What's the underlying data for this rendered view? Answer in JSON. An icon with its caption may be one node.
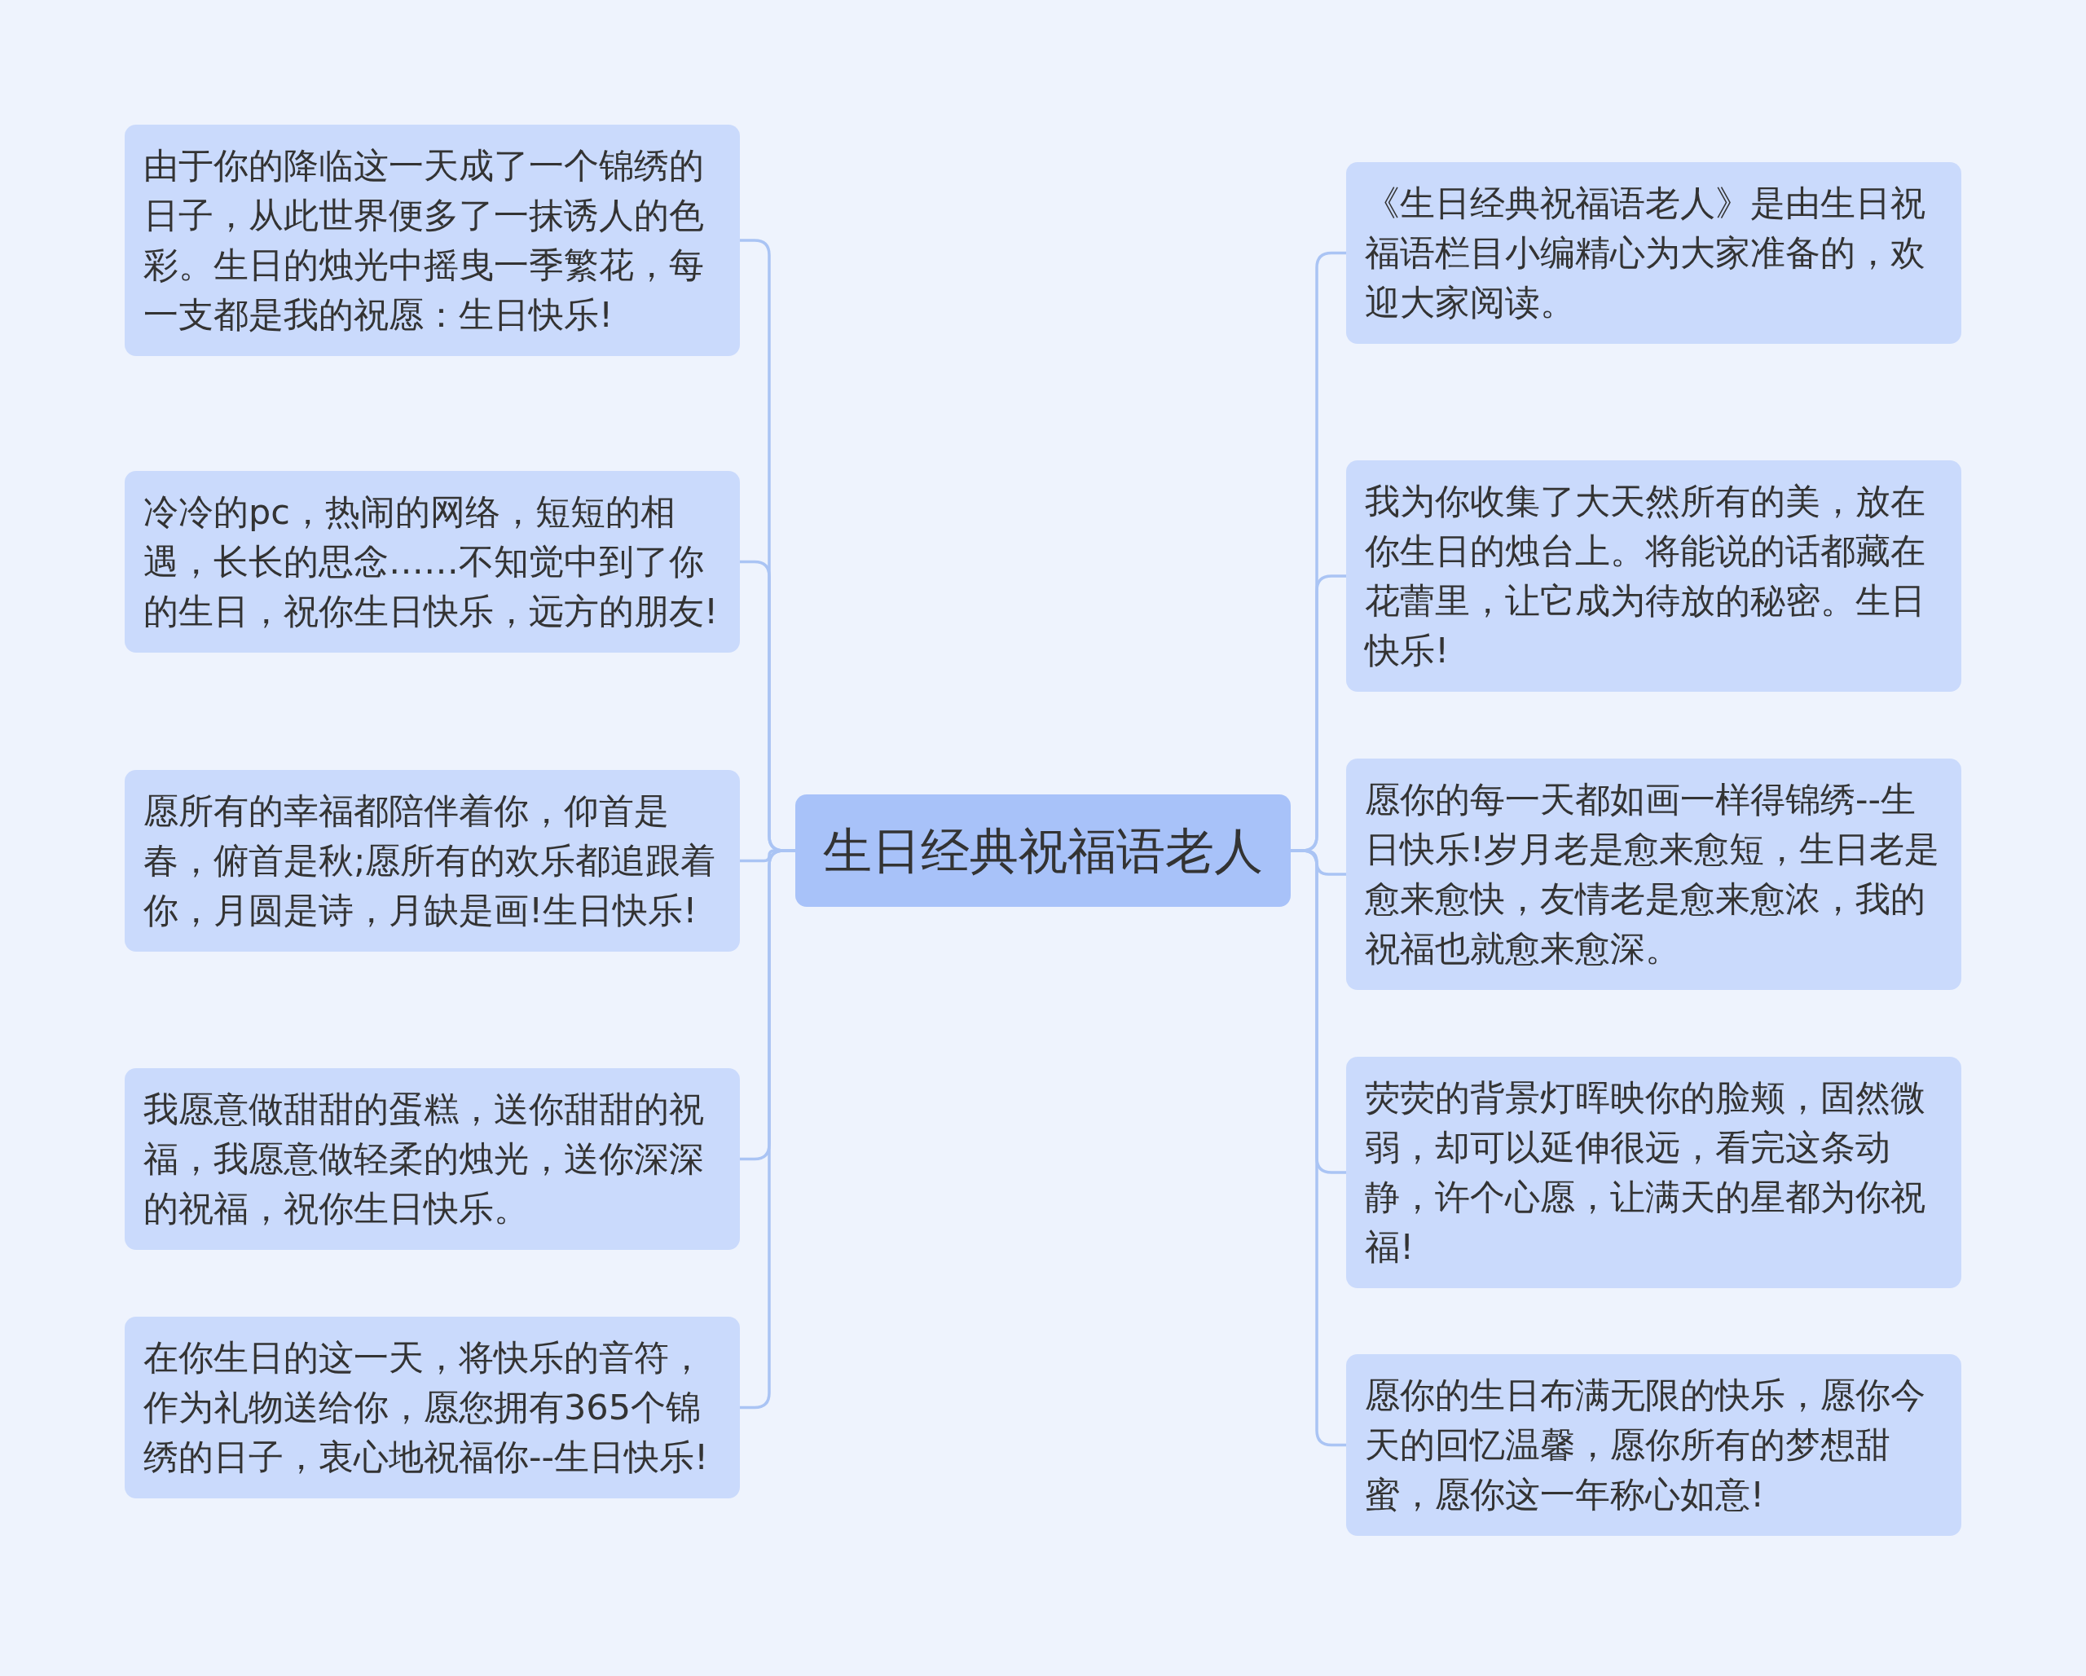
{
  "diagram": {
    "nodes": [
      {
        "text": [
          "生日经典祝福语老人"
        ]
      },
      {
        "text": [
          "由于你的降临这一天成了一个锦绣的日子，从此世界便多了一抹诱人的色彩。生日的烛光中摇曳一季繁花，每一支都是我的祝愿：生日快乐!"
        ]
      },
      {
        "text": [
          "冷冷的pc，热闹的网络，短短的相遇，长长的思念……不知觉中到了你的生日，祝你生日快乐，远方的朋友!"
        ]
      },
      {
        "text": [
          "愿所有的幸福都陪伴着你，仰首是春，俯首是秋;愿所有的欢乐都追跟着你，月圆是诗，月缺是画!生日快乐!"
        ]
      },
      {
        "text": [
          "我愿意做甜甜的蛋糕，送你甜甜的祝福，我愿意做轻柔的烛光，送你深深的祝福，祝你生日快乐。"
        ]
      },
      {
        "text": [
          "在你生日的这一天，将快乐的音符，作为礼物送给你，愿您拥有365个锦绣的日子，衷心地祝福你--生日快乐!"
        ]
      },
      {
        "text": [
          "《生日经典祝福语老人》是由生日祝福语栏目小编精心为大家准备的，欢迎大家阅读。"
        ]
      },
      {
        "text": [
          "我为你收集了大天然所有的美，放在你生日的烛台上。将能说的话都藏在花蕾里，让它成为待放的秘密。生日快乐!"
        ]
      },
      {
        "text": [
          "愿你的每一天都如画一样得锦绣--生日快乐!岁月老是愈来愈短，生日老是愈来愈快，友情老是愈来愈浓，我的祝福也就愈来愈深。"
        ]
      },
      {
        "text": [
          "荧荧的背景灯晖映你的脸颊，固然微弱，却可以延伸很远，看完这条动静，许个心愿，让满天的星都为你祝福!"
        ]
      },
      {
        "text": [
          "愿你的生日布满无限的快乐，愿你今天的回忆温馨，愿你所有的梦想甜蜜，愿你这一年称心如意!"
        ]
      }
    ],
    "edges": [
      {
        "from": 0,
        "to": 1,
        "arrow": "none"
      },
      {
        "from": 0,
        "to": 2,
        "arrow": "none"
      },
      {
        "from": 0,
        "to": 3,
        "arrow": "none"
      },
      {
        "from": 0,
        "to": 4,
        "arrow": "none"
      },
      {
        "from": 0,
        "to": 5,
        "arrow": "none"
      },
      {
        "from": 0,
        "to": 6,
        "arrow": "none"
      },
      {
        "from": 0,
        "to": 7,
        "arrow": "none"
      },
      {
        "from": 0,
        "to": 8,
        "arrow": "none"
      },
      {
        "from": 0,
        "to": 9,
        "arrow": "none"
      },
      {
        "from": 0,
        "to": 10,
        "arrow": "none"
      }
    ]
  }
}
